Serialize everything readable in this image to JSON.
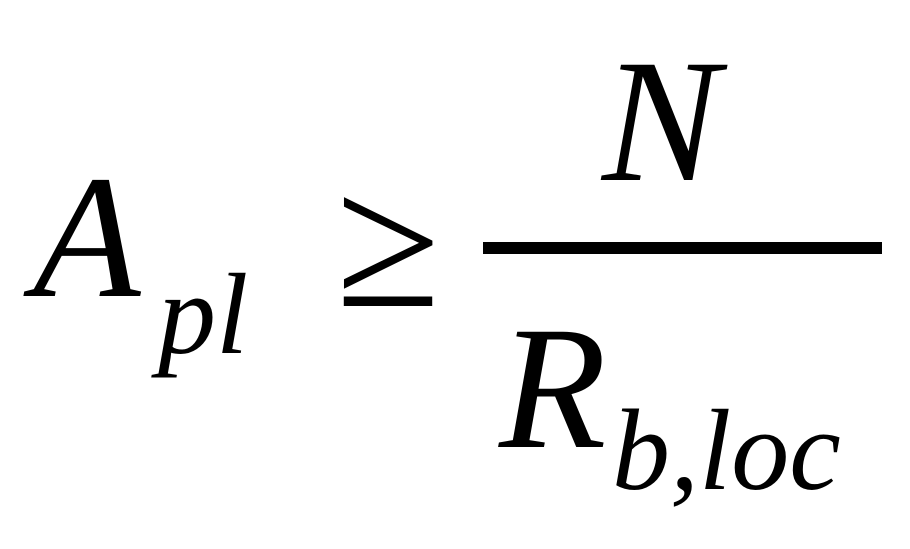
{
  "formula": {
    "lhs": {
      "symbol": "A",
      "subscript": "pl"
    },
    "relation": "≥",
    "fraction": {
      "numerator": "N",
      "denominator": {
        "symbol": "R",
        "subscript": "b,loc"
      }
    }
  }
}
